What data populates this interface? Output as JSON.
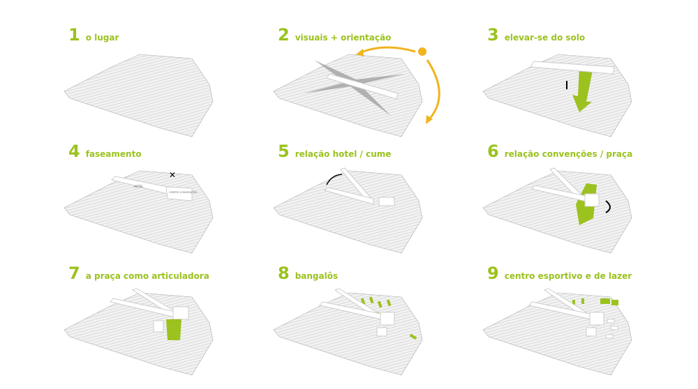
{
  "colors": {
    "accent": "#9bc21e",
    "sun": "#f0b41e",
    "terrain": "#e8e8e8"
  },
  "panels": [
    {
      "number": "1",
      "label": "o lugar"
    },
    {
      "number": "2",
      "label": "visuais + orientação"
    },
    {
      "number": "3",
      "label": "elevar-se do solo"
    },
    {
      "number": "4",
      "label": "faseamento",
      "building_labels": [
        "HOTEL",
        "CENTRO CONVENÇÕES"
      ]
    },
    {
      "number": "5",
      "label": "relação hotel / cume"
    },
    {
      "number": "6",
      "label": "relação convenções / praça"
    },
    {
      "number": "7",
      "label": "a praça como articuladora"
    },
    {
      "number": "8",
      "label": "bangalôs"
    },
    {
      "number": "9",
      "label": "centro esportivo e de lazer"
    }
  ]
}
